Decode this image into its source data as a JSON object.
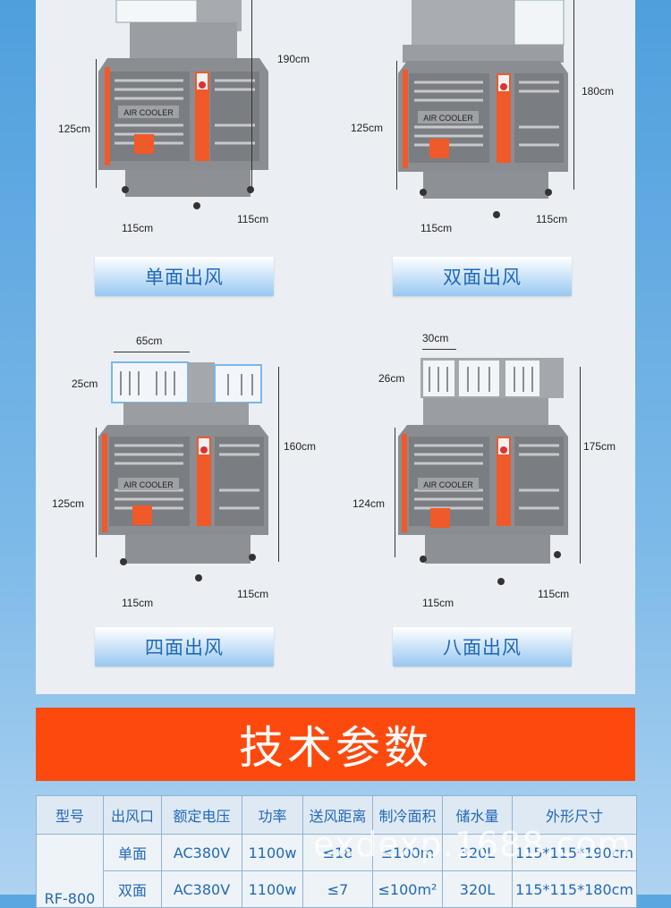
{
  "products": [
    {
      "caption": "单面出风",
      "height": "190cm",
      "body_height": "125cm",
      "width_left": "115cm",
      "width_right": "115cm"
    },
    {
      "caption": "双面出风",
      "height": "180cm",
      "body_height": "125cm",
      "width_left": "115cm",
      "width_right": "115cm"
    },
    {
      "caption": "四面出风",
      "height": "160cm",
      "body_height": "125cm",
      "width_left": "115cm",
      "width_right": "115cm",
      "top_width": "65cm",
      "top_height": "25cm"
    },
    {
      "caption": "八面出风",
      "height": "175cm",
      "body_height": "124cm",
      "width_left": "115cm",
      "width_right": "115cm",
      "top_width": "30cm",
      "top_height": "26cm"
    }
  ],
  "device_label": "AIR COOLER",
  "section_title": "技术参数",
  "table": {
    "headers": [
      "型号",
      "出风口",
      "额定电压",
      "功率",
      "送风距离",
      "制冷面积",
      "储水量",
      "外形尺寸"
    ],
    "model": "RF-800",
    "rows": [
      {
        "outlet": "单面",
        "voltage": "AC380V",
        "power": "1100w",
        "distance": "≤18",
        "area": "≤100m",
        "water": "320L",
        "size": "115*115*190cm"
      },
      {
        "outlet": "双面",
        "voltage": "AC380V",
        "power": "1100w",
        "distance": "≤7",
        "area": "≤100m²",
        "water": "320L",
        "size": "115*115*180cm"
      }
    ]
  },
  "watermark": "exdexp.1688.com",
  "colors": {
    "accent_orange": "#fc4a0f",
    "text_blue": "#2169b8",
    "panel_gray": "#ebeff4",
    "body_gray": "#8a8d91"
  }
}
